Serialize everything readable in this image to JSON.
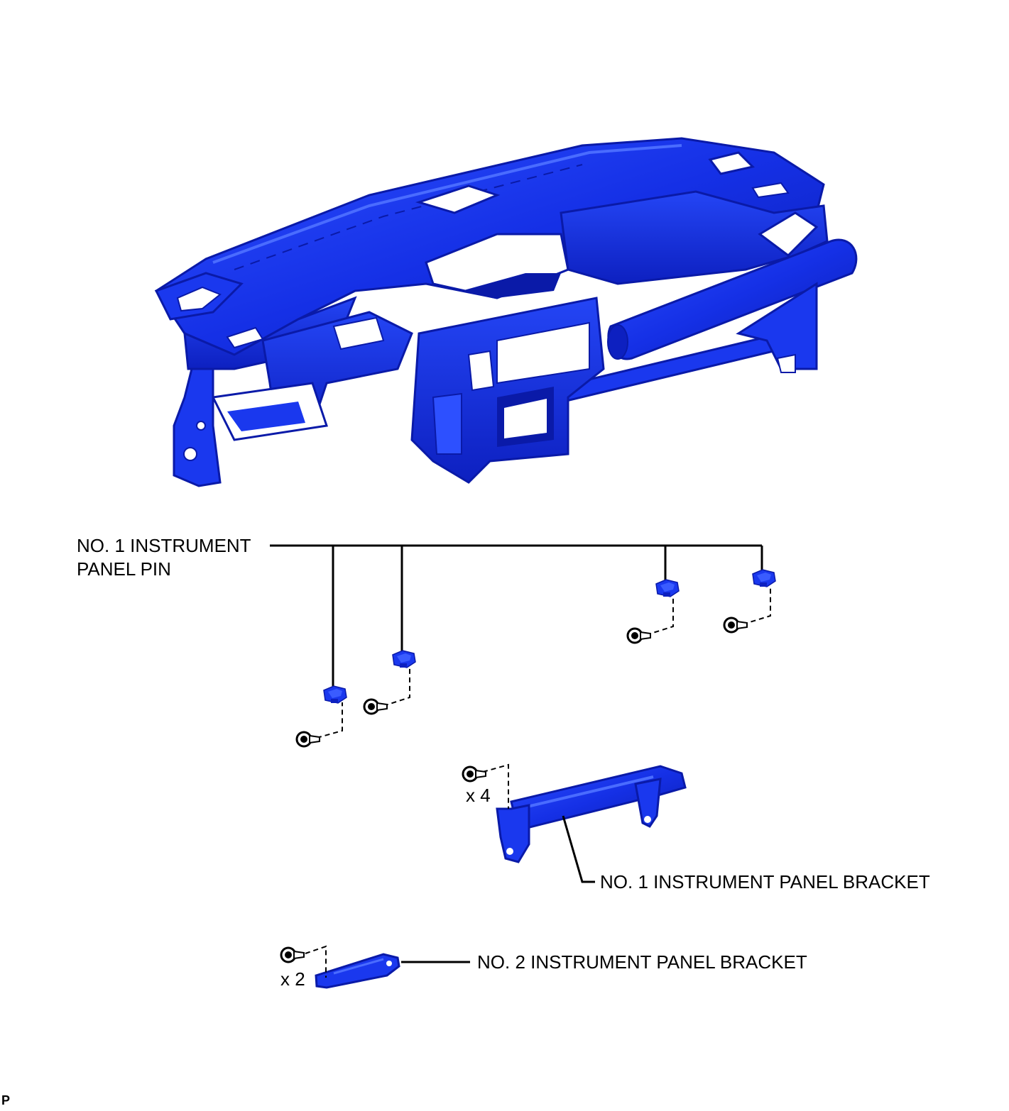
{
  "labels": {
    "pin_line1": "NO. 1 INSTRUMENT",
    "pin_line2": "PANEL PIN",
    "bracket1": "NO. 1 INSTRUMENT PANEL BRACKET",
    "bracket2": "NO. 2 INSTRUMENT PANEL BRACKET",
    "qty_bracket1": "x 4",
    "qty_bracket2": "x 2",
    "footer_code": "P"
  },
  "colors": {
    "part_fill": "#1530e6",
    "part_dark": "#0a1aa8",
    "part_light": "#3a5cff",
    "line": "#000000"
  }
}
